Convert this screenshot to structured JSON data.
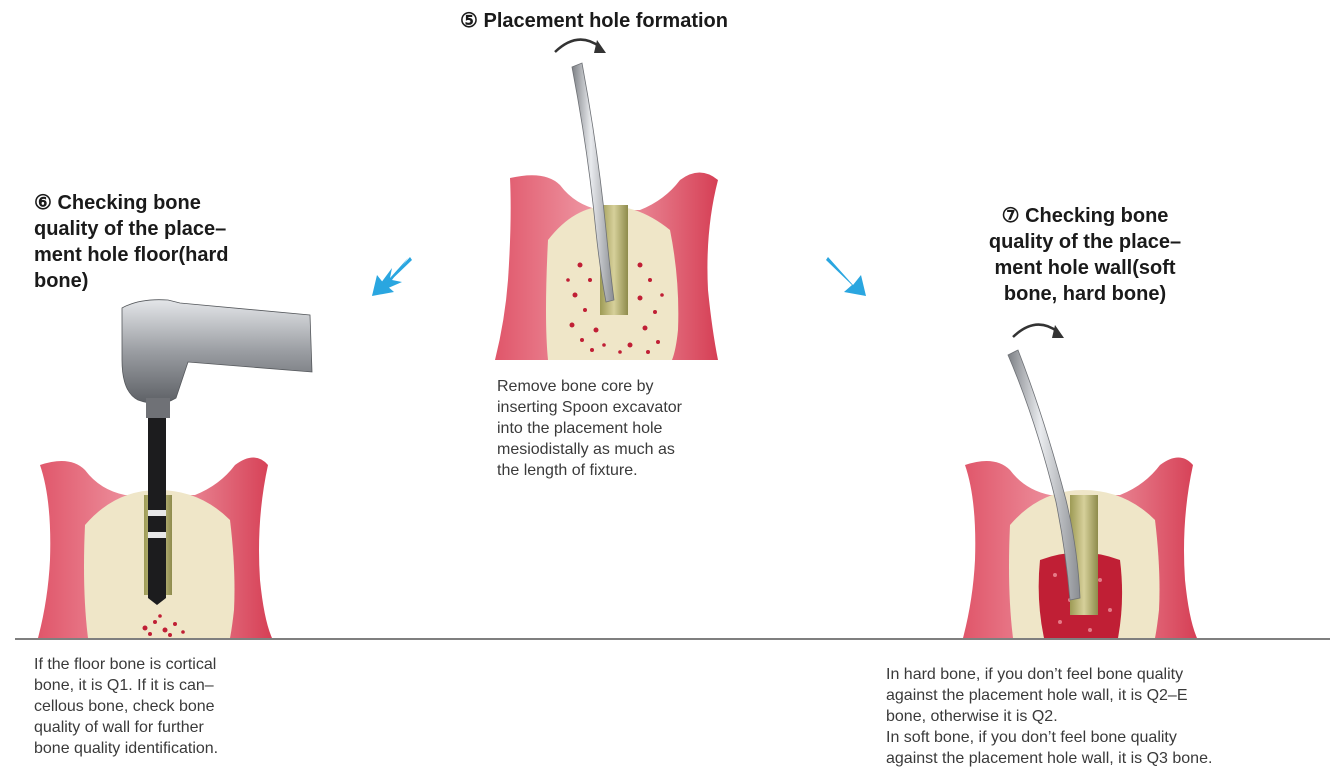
{
  "step5": {
    "title": "⑤ Placement hole formation",
    "description_lines": [
      "Remove bone core by",
      "inserting Spoon excavator",
      "into the placement hole",
      "mesiodistally as much as",
      "the length of fixture."
    ]
  },
  "step6": {
    "title_lines": [
      "⑥ Checking bone",
      "quality of the place–",
      "ment hole floor(hard",
      "bone)"
    ],
    "description_lines": [
      "If the floor bone is cortical",
      "bone, it is Q1. If it is can–",
      "cellous bone, check bone",
      "quality of wall for further",
      "bone quality identification."
    ]
  },
  "step7": {
    "title_lines": [
      "⑦ Checking bone",
      "quality of the place–",
      "ment hole wall(soft",
      "bone, hard bone)"
    ],
    "description_lines": [
      "In hard bone, if you don’t feel bone quality",
      "against the placement hole wall, it is Q2–E",
      "bone, otherwise it is Q2.",
      "In soft bone, if you don’t feel bone quality",
      "against the placement hole wall, it is Q3 bone."
    ]
  },
  "colors": {
    "gum": "#d9475a",
    "gum_light": "#f3a7b0",
    "bone": "#efe6c8",
    "marrow": "#c01f35",
    "arrow": "#2aa6e0",
    "steel": "#a9acb0"
  }
}
